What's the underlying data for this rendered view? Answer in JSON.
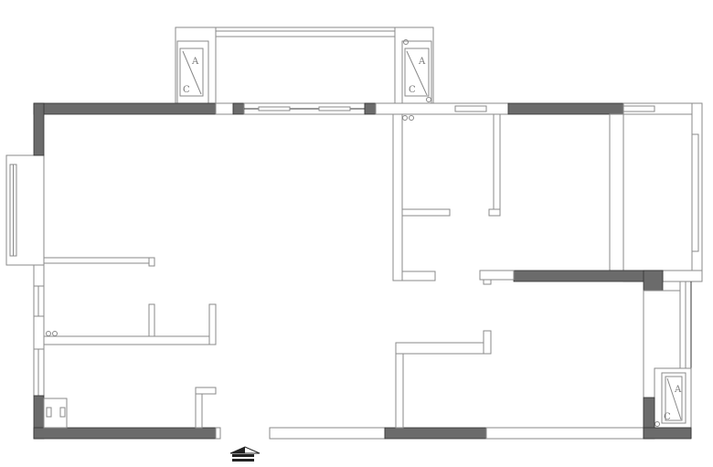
{
  "plan": {
    "ac_units": [
      {
        "label_a": "A",
        "label_c": "C"
      },
      {
        "label_a": "A",
        "label_c": "C"
      },
      {
        "label_a": "A",
        "label_c": "C"
      }
    ],
    "colors": {
      "wall_bearing": "#6b6b6b",
      "wall_line": "#8a8a8a",
      "background": "#ffffff"
    },
    "entrance_icon": "entrance-arrow-icon"
  }
}
